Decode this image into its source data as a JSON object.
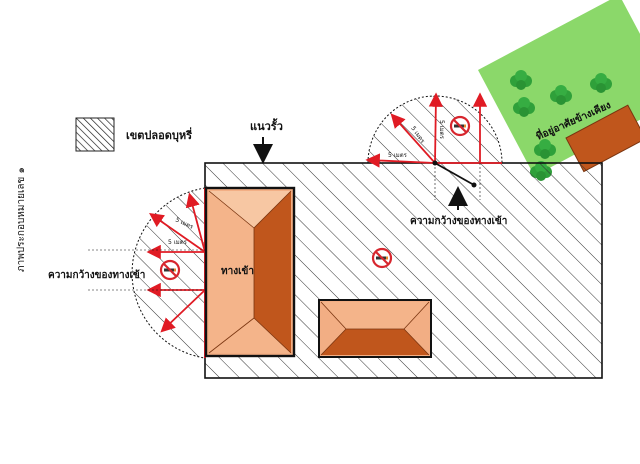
{
  "legend": {
    "label": "เขตปลอดบุหรี่"
  },
  "labels": {
    "fence": "แนวรั้ว",
    "entrance": "ทางเข้า",
    "neighbor": "ที่อยู่อาศัยข้างเคียง",
    "entrance_width_left": "ความกว้างของทางเข้า",
    "entrance_width_bottom": "ความกว้างของทางเข้า",
    "distance_top_a": "5 เมตร",
    "distance_top_b": "5 เมตร",
    "distance_top_c": "5 เมตร",
    "distance_left_a": "5 เมตร",
    "distance_left_b": "5 เมตร",
    "side_caption": "ภาพประกอบหมายเลข ๑"
  },
  "icons": {
    "no_smoking": "no-smoking-icon",
    "tree": "tree-icon"
  },
  "colors": {
    "roof_light": "#f2ae84",
    "roof_dark": "#c0561c",
    "neighbor_green": "#8bd86a",
    "tree_green": "#2fa03a",
    "arrow_red": "#e01b24",
    "no_smoking_red": "#d7262e"
  }
}
